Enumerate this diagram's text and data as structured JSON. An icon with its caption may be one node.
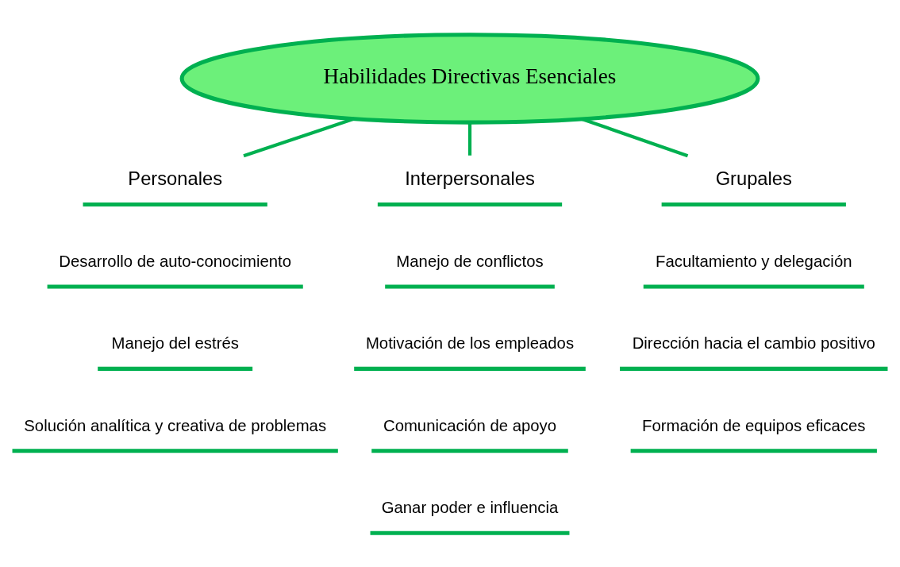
{
  "diagram": {
    "nodes": [
      {
        "text": [
          "Habilidades Directivas Esenciales"
        ]
      },
      {
        "text": [
          "Personales"
        ]
      },
      {
        "text": [
          "Interpersonales"
        ]
      },
      {
        "text": [
          "Grupales"
        ]
      },
      {
        "text": [
          "Desarrollo de auto-conocimiento"
        ]
      },
      {
        "text": [
          "Manejo del estrés"
        ]
      },
      {
        "text": [
          "Solución analítica y creativa de problemas"
        ]
      },
      {
        "text": [
          "Manejo de conflictos"
        ]
      },
      {
        "text": [
          "Motivación de los empleados"
        ]
      },
      {
        "text": [
          "Comunicación de apoyo"
        ]
      },
      {
        "text": [
          "Ganar poder e influencia"
        ]
      },
      {
        "text": [
          "Facultamiento y delegación"
        ]
      },
      {
        "text": [
          "Dirección hacia el cambio positivo"
        ]
      },
      {
        "text": [
          "Formación de equipos eficaces"
        ]
      }
    ],
    "edges": [
      {
        "from": 0,
        "to": 1,
        "arrow": "none"
      },
      {
        "from": 0,
        "to": 2,
        "arrow": "none"
      },
      {
        "from": 0,
        "to": 3,
        "arrow": "none"
      }
    ]
  }
}
